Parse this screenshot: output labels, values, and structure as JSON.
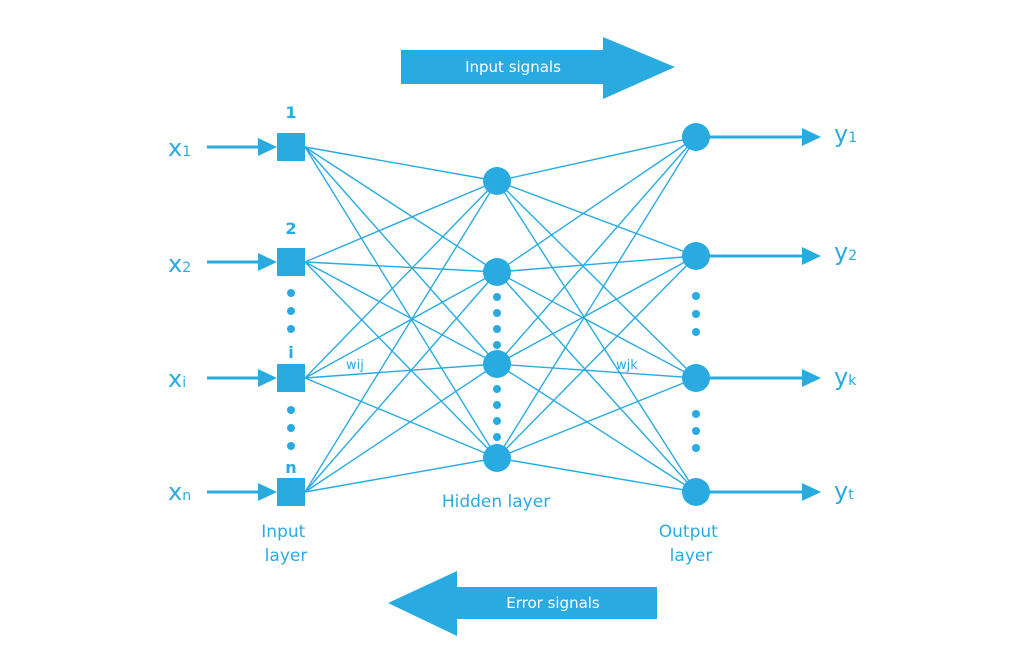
{
  "colors": {
    "primary": "#29abe2",
    "background": "#ffffff"
  },
  "arrows": {
    "input_signals": "Input signals",
    "error_signals": "Error signals"
  },
  "input_variables": [
    {
      "main": "x",
      "sub": "1"
    },
    {
      "main": "x",
      "sub": "2"
    },
    {
      "main": "x",
      "sub": "i"
    },
    {
      "main": "x",
      "sub": "n"
    }
  ],
  "output_variables": [
    {
      "main": "y",
      "sub": "1"
    },
    {
      "main": "y",
      "sub": "2"
    },
    {
      "main": "y",
      "sub": "k"
    },
    {
      "main": "y",
      "sub": "t"
    }
  ],
  "input_node_indices": [
    "1",
    "2",
    "i",
    "n"
  ],
  "weights": {
    "input_to_hidden": "wij",
    "hidden_to_output": "wjk"
  },
  "layers": {
    "input": [
      "Input",
      "layer"
    ],
    "hidden": "Hidden layer",
    "output": [
      "Output",
      "layer"
    ]
  }
}
